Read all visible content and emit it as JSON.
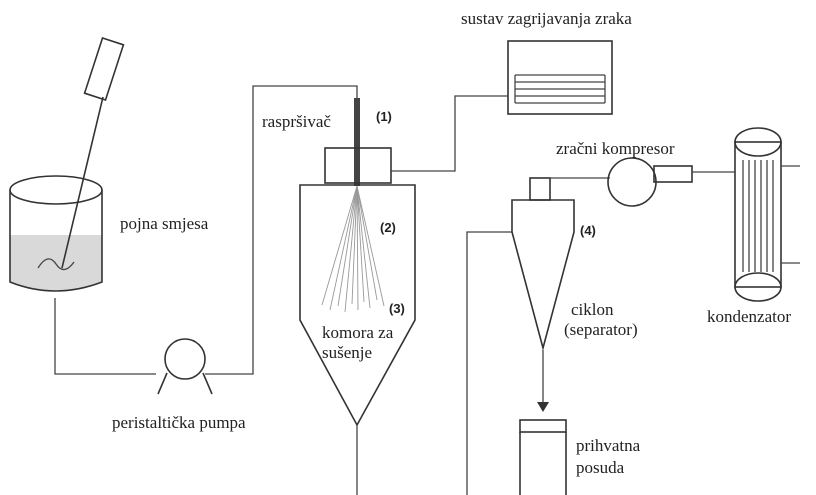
{
  "labels": {
    "feed": "pojna smjesa",
    "pump": "peristaltička pumpa",
    "atomizer": "raspršivač",
    "heater": "sustav zagrijavanja zraka",
    "compressor": "zračni kompresor",
    "condenser": "kondenzator",
    "chamber_line1": "komora za",
    "chamber_line2": "sušenje",
    "cyclone_line1": "ciklon",
    "cyclone_line2": "(separator)",
    "vessel_line1": "prihvatna",
    "vessel_line2": "posuda"
  },
  "markers": {
    "m1": "(1)",
    "m2": "(2)",
    "m3": "(3)",
    "m4": "(4)"
  }
}
